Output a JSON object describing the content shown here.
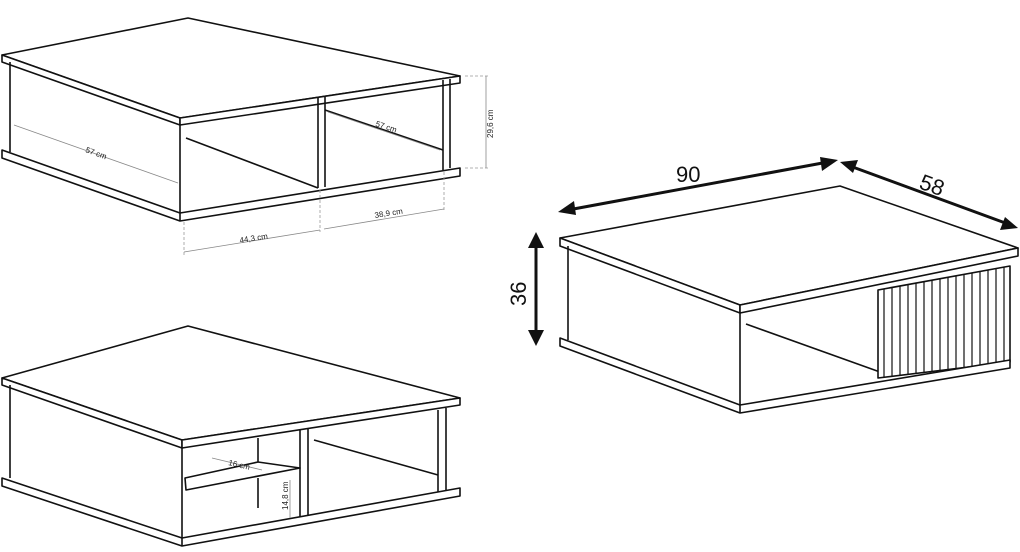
{
  "views": {
    "top_left": {
      "dim_depth_left": "57 cm",
      "dim_depth_right": "57 cm",
      "dim_height": "29,6 cm",
      "dim_width_left": "44,3 cm",
      "dim_width_right": "38,9 cm"
    },
    "bottom_left": {
      "dim_shelf_depth": "16 cm",
      "dim_shelf_height": "14,8 cm"
    },
    "right": {
      "width": "90",
      "depth": "58",
      "height": "36"
    }
  }
}
